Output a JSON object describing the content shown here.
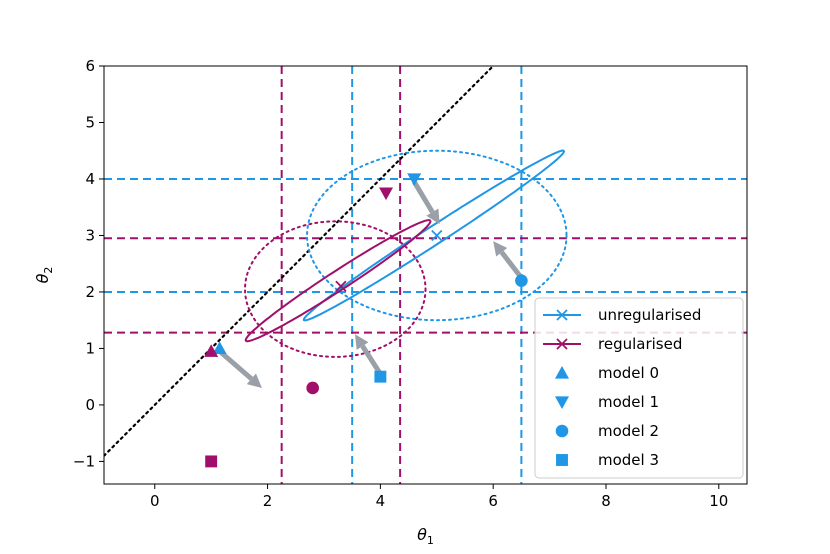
{
  "chart_data": {
    "type": "scatter",
    "xlabel": "θ",
    "xlabel_sub": "1",
    "ylabel": "θ",
    "ylabel_sub": "2",
    "xlim": [
      -0.9,
      10.5
    ],
    "ylim": [
      -1.4,
      6.0
    ],
    "x_ticks": [
      0,
      2,
      4,
      6,
      8,
      10
    ],
    "y_ticks": [
      -1,
      0,
      1,
      2,
      3,
      4,
      5,
      6
    ],
    "x_tick_labels": [
      "0",
      "2",
      "4",
      "6",
      "8",
      "10"
    ],
    "y_tick_labels": [
      "−1",
      "0",
      "1",
      "2",
      "3",
      "4",
      "5",
      "6"
    ],
    "grid": false,
    "legend_position": "bottom-right",
    "colors": {
      "unregularised": "#1f96e6",
      "regularised": "#a0106a",
      "arrow": "#9aa0a8",
      "diagonal": "#000000"
    },
    "legend": [
      {
        "label": "unregularised",
        "marker": "x-line",
        "color": "#1f96e6"
      },
      {
        "label": "regularised",
        "marker": "x-line",
        "color": "#a0106a"
      },
      {
        "label": "model 0",
        "marker": "triangle-up",
        "color": "#1f96e6"
      },
      {
        "label": "model 1",
        "marker": "triangle-down",
        "color": "#1f96e6"
      },
      {
        "label": "model 2",
        "marker": "circle",
        "color": "#1f96e6"
      },
      {
        "label": "model 3",
        "marker": "square",
        "color": "#1f96e6"
      }
    ],
    "diagonal_line": {
      "from": [
        -0.9,
        -0.9
      ],
      "to": [
        6.0,
        6.0
      ],
      "style": "dotted"
    },
    "unregularised": {
      "center": [
        5.0,
        3.0
      ],
      "vlines": [
        3.5,
        6.5
      ],
      "hlines": [
        2.0,
        4.0
      ],
      "points": [
        {
          "model": "model 0",
          "marker": "triangle-up",
          "x": 1.15,
          "y": 1.0
        },
        {
          "model": "model 1",
          "marker": "triangle-down",
          "x": 4.6,
          "y": 4.0
        },
        {
          "model": "model 2",
          "marker": "circle",
          "x": 6.5,
          "y": 2.2
        },
        {
          "model": "model 3",
          "marker": "square",
          "x": 4.0,
          "y": 0.5
        }
      ],
      "solid_ellipse": {
        "center": [
          4.95,
          3.0
        ],
        "semi_major": 2.75,
        "semi_minor": 0.16,
        "angle_deg": 33
      },
      "dotted_ellipse": {
        "center": [
          5.0,
          3.0
        ],
        "rx": 2.3,
        "ry": 1.5
      }
    },
    "regularised": {
      "center": [
        3.3,
        2.1
      ],
      "vlines": [
        2.25,
        4.35
      ],
      "hlines": [
        1.28,
        2.95
      ],
      "points": [
        {
          "model": "model 0",
          "marker": "triangle-up",
          "x": 1.0,
          "y": 0.95
        },
        {
          "model": "model 1",
          "marker": "triangle-down",
          "x": 4.1,
          "y": 3.75
        },
        {
          "model": "model 2",
          "marker": "circle",
          "x": 2.8,
          "y": 0.3
        },
        {
          "model": "model 3",
          "marker": "square",
          "x": 1.0,
          "y": -1.0
        }
      ],
      "solid_ellipse": {
        "center": [
          3.25,
          2.2
        ],
        "semi_major": 1.95,
        "semi_minor": 0.17,
        "angle_deg": 33
      },
      "dotted_ellipse": {
        "center": [
          3.2,
          2.05
        ],
        "rx": 1.6,
        "ry": 1.2
      }
    },
    "arrows": [
      {
        "from": [
          1.15,
          0.95
        ],
        "to": [
          1.9,
          0.3
        ]
      },
      {
        "from": [
          4.6,
          3.95
        ],
        "to": [
          5.05,
          3.2
        ]
      },
      {
        "from": [
          6.5,
          2.25
        ],
        "to": [
          6.0,
          2.9
        ]
      },
      {
        "from": [
          4.0,
          0.55
        ],
        "to": [
          3.55,
          1.25
        ]
      }
    ]
  }
}
